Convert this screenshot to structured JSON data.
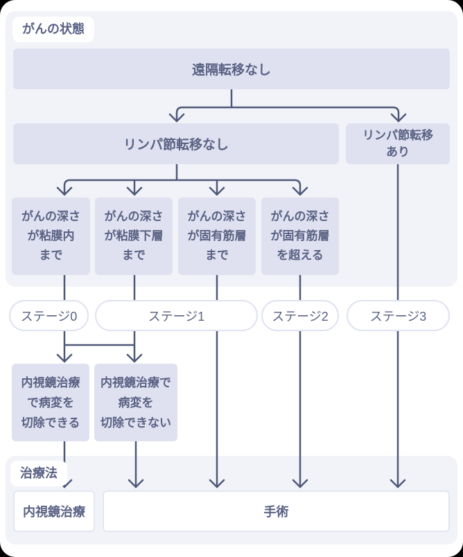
{
  "colors": {
    "outer_background": "#000000",
    "page_background": "#ffffff",
    "panel_background": "#f2f3f8",
    "node_fill": "#dfe1f0",
    "node_text": "#596183",
    "connector_line": "#4e5878",
    "pill_border": "#dfe2f0",
    "output_box_border": "#e3e6f2"
  },
  "sections": {
    "cancer_state_label": "がんの状態",
    "treatment_label": "治療法"
  },
  "nodes": {
    "distant_metastasis_none": "遠隔転移なし",
    "lymph_node_none": "リンパ節転移なし",
    "lymph_node_present": "リンパ節転移\nあり",
    "depth_mucosa": "がんの深さ\nが粘膜内\nまで",
    "depth_submucosa": "がんの深さ\nが粘膜下層\nまで",
    "depth_muscularis": "がんの深さ\nが固有筋層\nまで",
    "depth_beyond_muscularis": "がんの深さ\nが固有筋層\nを超える",
    "stage0": "ステージ0",
    "stage1": "ステージ1",
    "stage2": "ステージ2",
    "stage3": "ステージ3",
    "endoscopic_resectable": "内視鏡治療\nで病変を\n切除できる",
    "endoscopic_not_resectable": "内視鏡治療で\n病変を\n切除できない",
    "treatment_endoscopic": "内視鏡治療",
    "treatment_surgery": "手術"
  }
}
